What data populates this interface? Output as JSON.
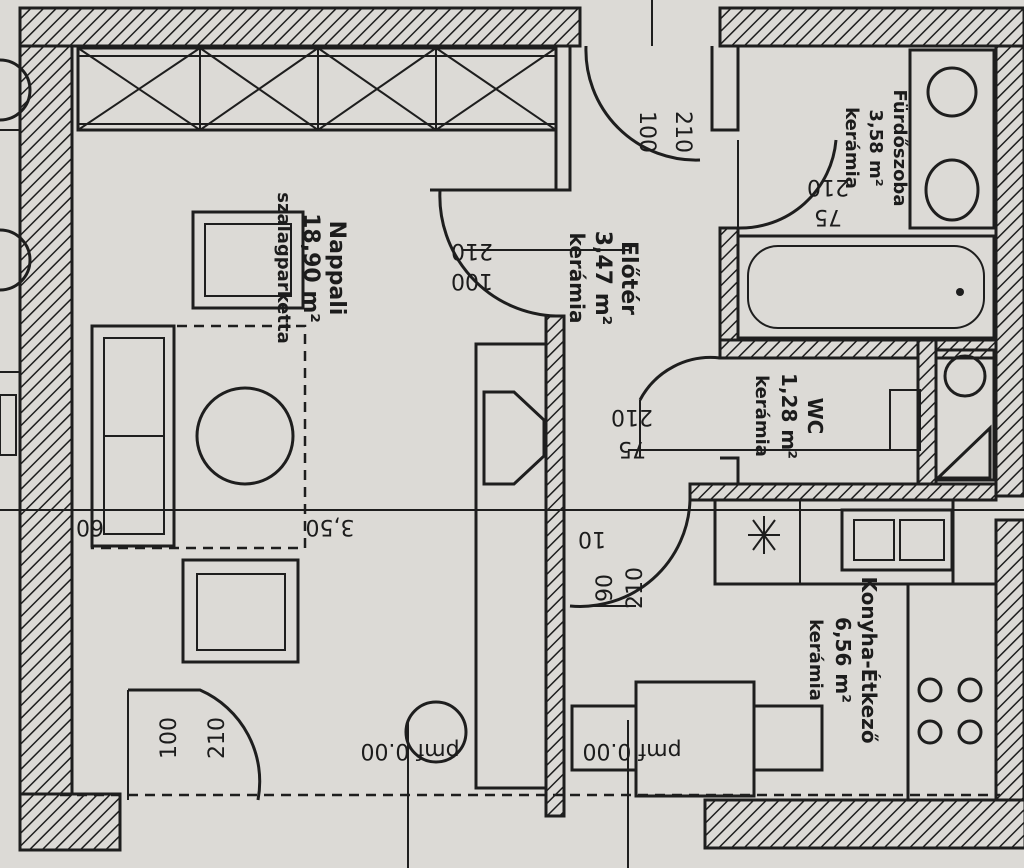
{
  "rooms": {
    "living": {
      "name": "Nappali",
      "area": "18,90 m²",
      "floor": "szalagparketta"
    },
    "hall": {
      "name": "Előtér",
      "area": "3,47 m²",
      "floor": "kerámia"
    },
    "bath": {
      "name": "Fürdőszoba",
      "area": "3,58 m²",
      "floor": "kerámia"
    },
    "wc": {
      "name": "WC",
      "area": "1,28 m²",
      "floor": "kerámia"
    },
    "kitchen": {
      "name": "Konyha-Étkező",
      "area": "6,56 m²",
      "floor": "kerámia"
    }
  },
  "doors": {
    "living_door": [
      "210",
      "100"
    ],
    "entrance_door": [
      "100",
      "210"
    ],
    "bath_door": [
      "210",
      "75"
    ],
    "wc_door": [
      "210",
      "75"
    ],
    "kitchen_door": [
      "90",
      "210"
    ],
    "top_door": [
      "100",
      "210"
    ],
    "hall_right_door": [
      "10"
    ]
  },
  "dimensions": {
    "living_width": "3,50",
    "living_left": "60"
  },
  "levels": {
    "living_level": "pmf 0.00",
    "kitchen_level": "pmf 0.00"
  },
  "colors": {
    "paper": "#dcdad6",
    "ink": "#1e1e1e"
  }
}
